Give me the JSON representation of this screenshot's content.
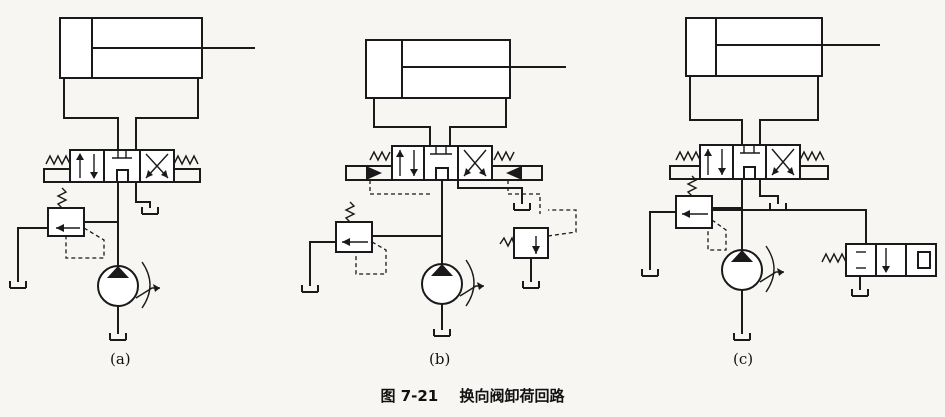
{
  "diagram": {
    "panels": [
      {
        "label": "(a)"
      },
      {
        "label": "(b)"
      },
      {
        "label": "(c)"
      }
    ]
  },
  "caption": {
    "figure_number": "图 7-21",
    "title": "换向阀卸荷回路"
  },
  "colors": {
    "line": "#1a1a1a",
    "background": "#f7f6f3"
  }
}
